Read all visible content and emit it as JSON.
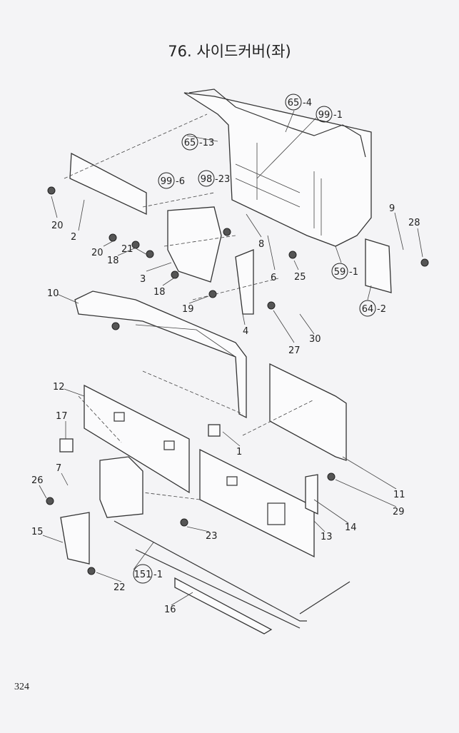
{
  "title": "76. 사이드커버(좌)",
  "page_number": "324",
  "callouts": [
    {
      "id": "c1",
      "circled": "65",
      "suffix": "-4"
    },
    {
      "id": "c2",
      "circled": "99",
      "suffix": "-1"
    },
    {
      "id": "c3",
      "circled": "65",
      "suffix": "-13"
    },
    {
      "id": "c4",
      "circled": "99",
      "suffix": "-6"
    },
    {
      "id": "c5",
      "circled": "98",
      "suffix": "-23"
    },
    {
      "id": "c6",
      "circled": "59",
      "suffix": "-1"
    },
    {
      "id": "c7",
      "circled": "64",
      "suffix": "-2"
    },
    {
      "id": "c8",
      "circled": "151",
      "suffix": "-1"
    }
  ],
  "labels": [
    "20",
    "2",
    "20",
    "18",
    "21",
    "3",
    "18",
    "8",
    "6",
    "25",
    "9",
    "28",
    "10",
    "19",
    "4",
    "27",
    "30",
    "12",
    "17",
    "1",
    "11",
    "26",
    "7",
    "29",
    "14",
    "13",
    "15",
    "23",
    "22",
    "16"
  ]
}
